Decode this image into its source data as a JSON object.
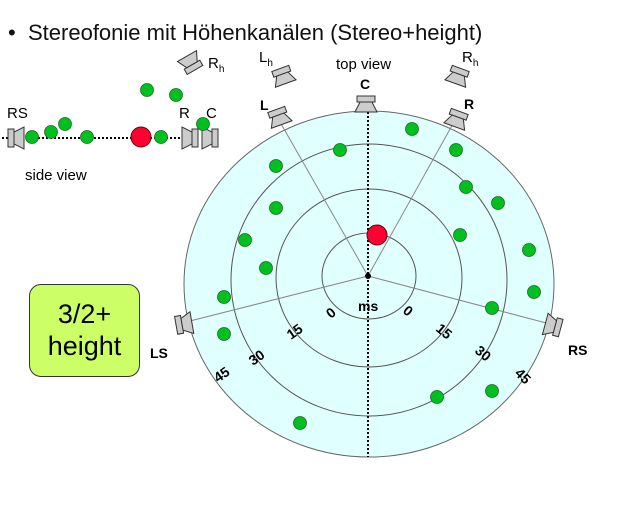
{
  "title": {
    "bullet": "•",
    "text": "Stereofonie mit Höhenkanälen (Stereo+height)"
  },
  "side_view": {
    "label": "side view",
    "speakers": {
      "rs": "RS",
      "r": "R",
      "c": "C",
      "rh": "R",
      "rh_sub": "h"
    }
  },
  "top_view": {
    "label": "top view",
    "speakers": {
      "l": "L",
      "lh": "L",
      "lh_sub": "h",
      "c": "C",
      "rh": "R",
      "rh_sub": "h",
      "r": "R",
      "ls": "LS",
      "rs": "RS"
    },
    "unit": "ms",
    "ring_labels_left": [
      "0",
      "15",
      "30",
      "45"
    ],
    "ring_labels_right": [
      "0",
      "15",
      "30",
      "45"
    ]
  },
  "format_box": {
    "line1": "3/2+",
    "line2": "height"
  },
  "colors": {
    "listener": "#ff0033",
    "source": "#00c020",
    "field": "#e0ffff",
    "box": "#ccff66"
  }
}
